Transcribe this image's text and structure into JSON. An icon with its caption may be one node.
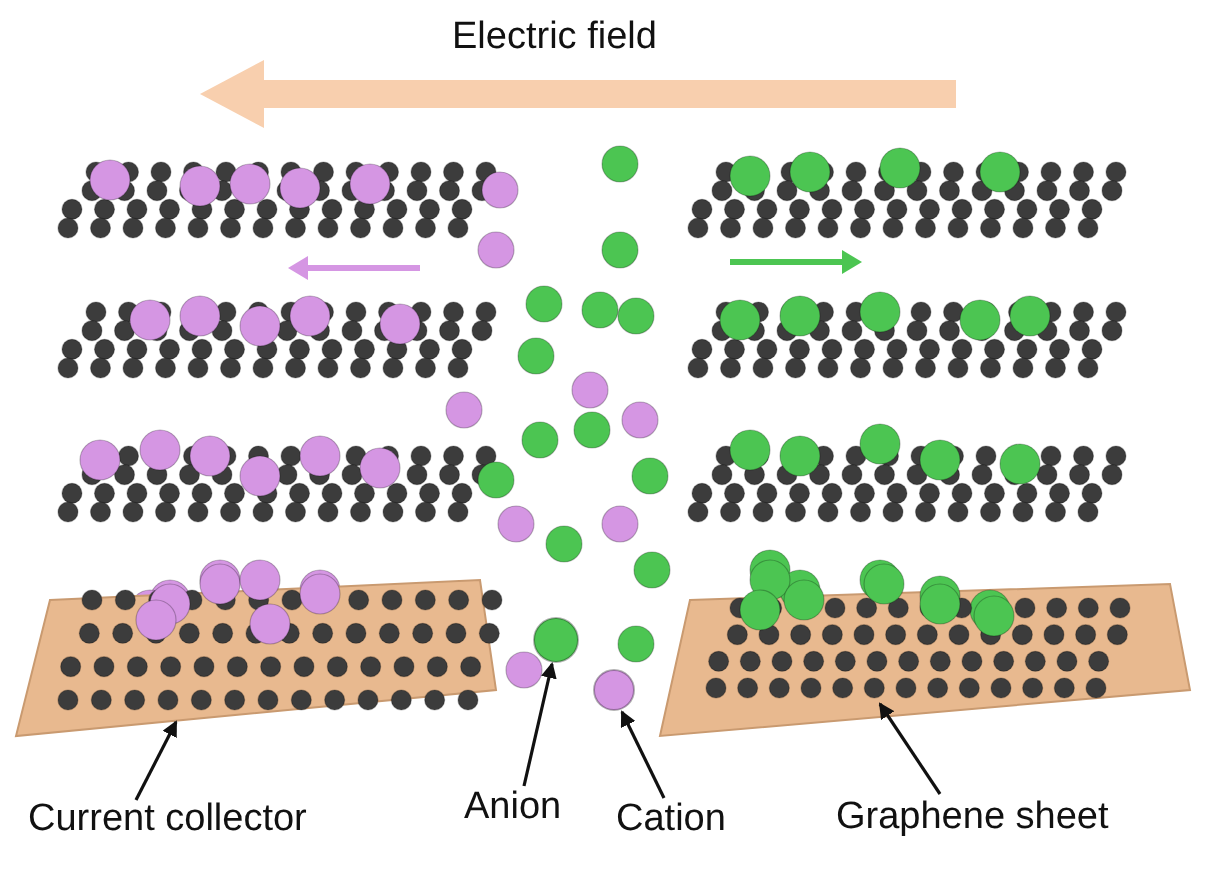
{
  "diagram": {
    "nodes": [
      {
        "text": [
          "Current collector"
        ]
      },
      {
        "text": [],
        "shape": "box"
      },
      {
        "text": [
          "Anion"
        ]
      },
      {
        "text": [],
        "shape": "circle"
      },
      {
        "text": [
          "Cation"
        ]
      },
      {
        "text": [],
        "shape": "circle"
      },
      {
        "text": [
          "Graphene sheet"
        ]
      },
      {
        "text": [],
        "shape": "picture"
      }
    ],
    "edges": [
      {
        "from": 0,
        "to": 1,
        "arrow": "to"
      },
      {
        "from": 2,
        "to": 3,
        "arrow": "to"
      },
      {
        "from": 4,
        "to": 5,
        "arrow": "to"
      },
      {
        "from": 6,
        "to": 7,
        "arrow": "to"
      }
    ],
    "labels": [
      "Electric field"
    ]
  }
}
